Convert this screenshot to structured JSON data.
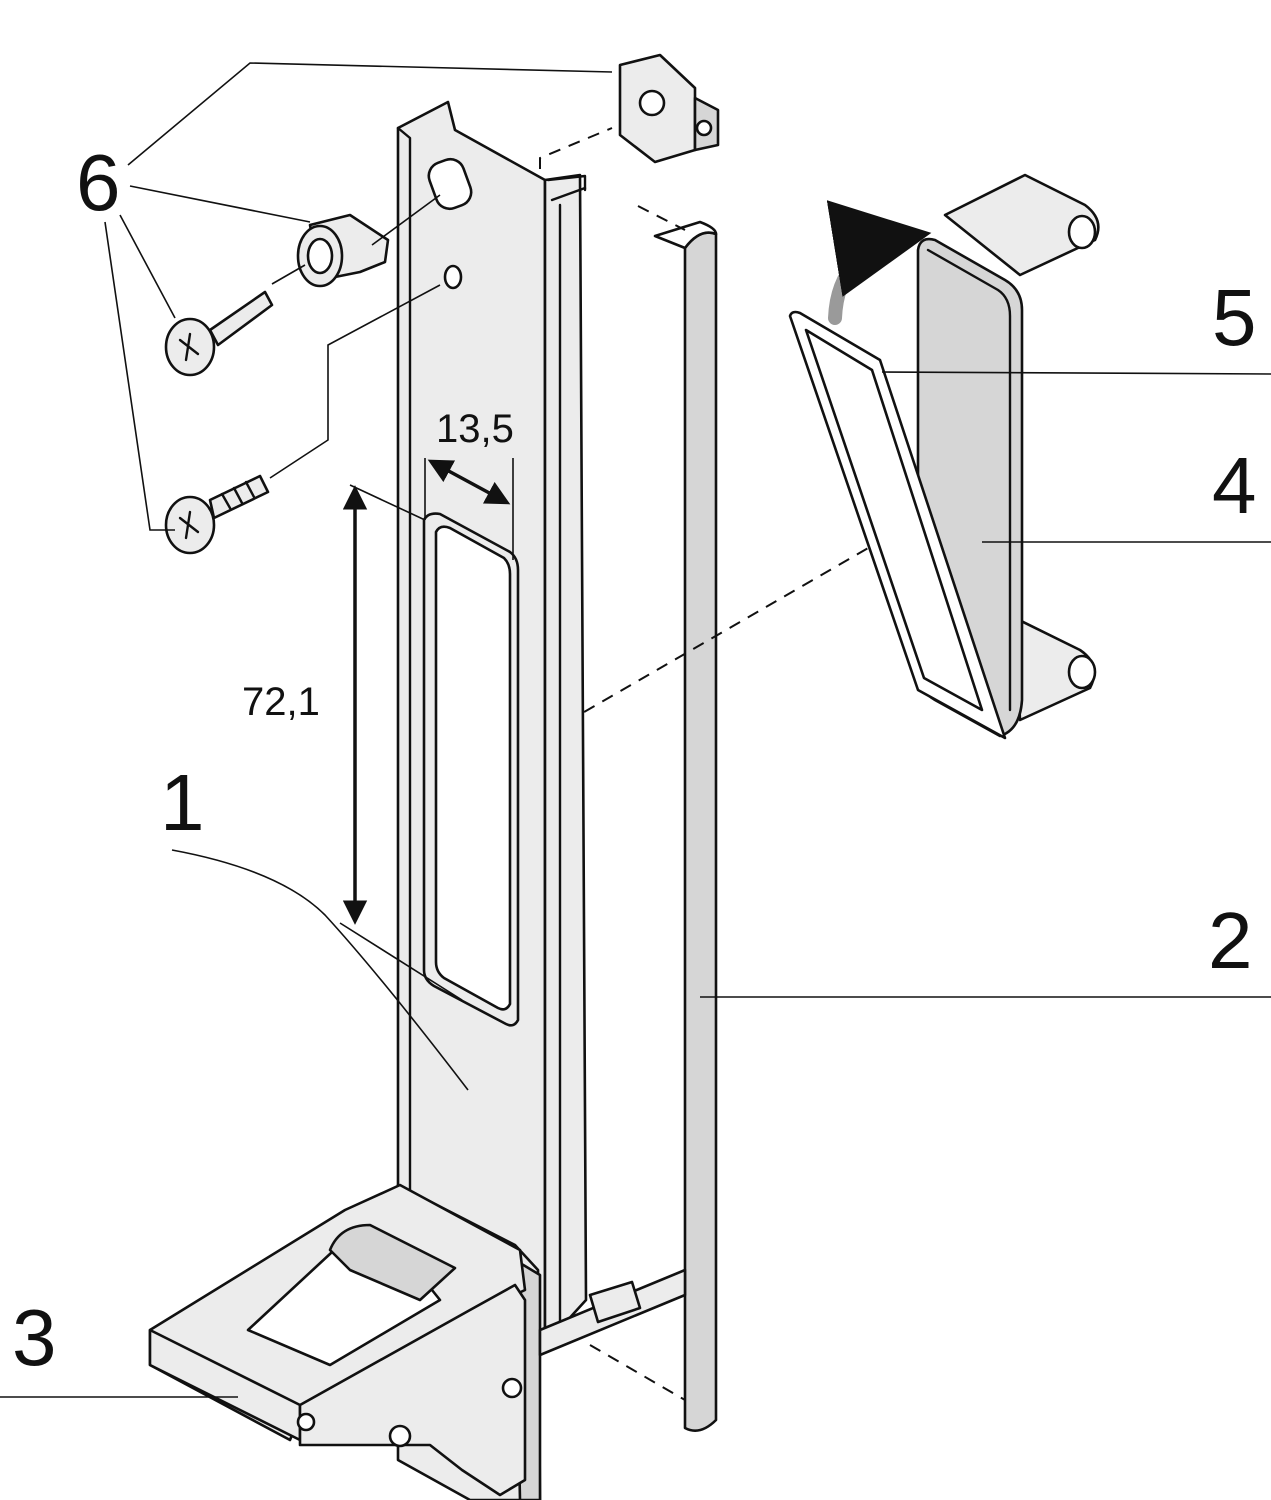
{
  "part_labels": {
    "p1": "1",
    "p2": "2",
    "p3": "3",
    "p4": "4",
    "p5": "5",
    "p6": "6"
  },
  "dimensions": {
    "width": "13,5",
    "height": "72,1"
  },
  "colors": {
    "line": "#111111",
    "part_fill": "#ececec",
    "part_shade": "#d6d6d6"
  }
}
